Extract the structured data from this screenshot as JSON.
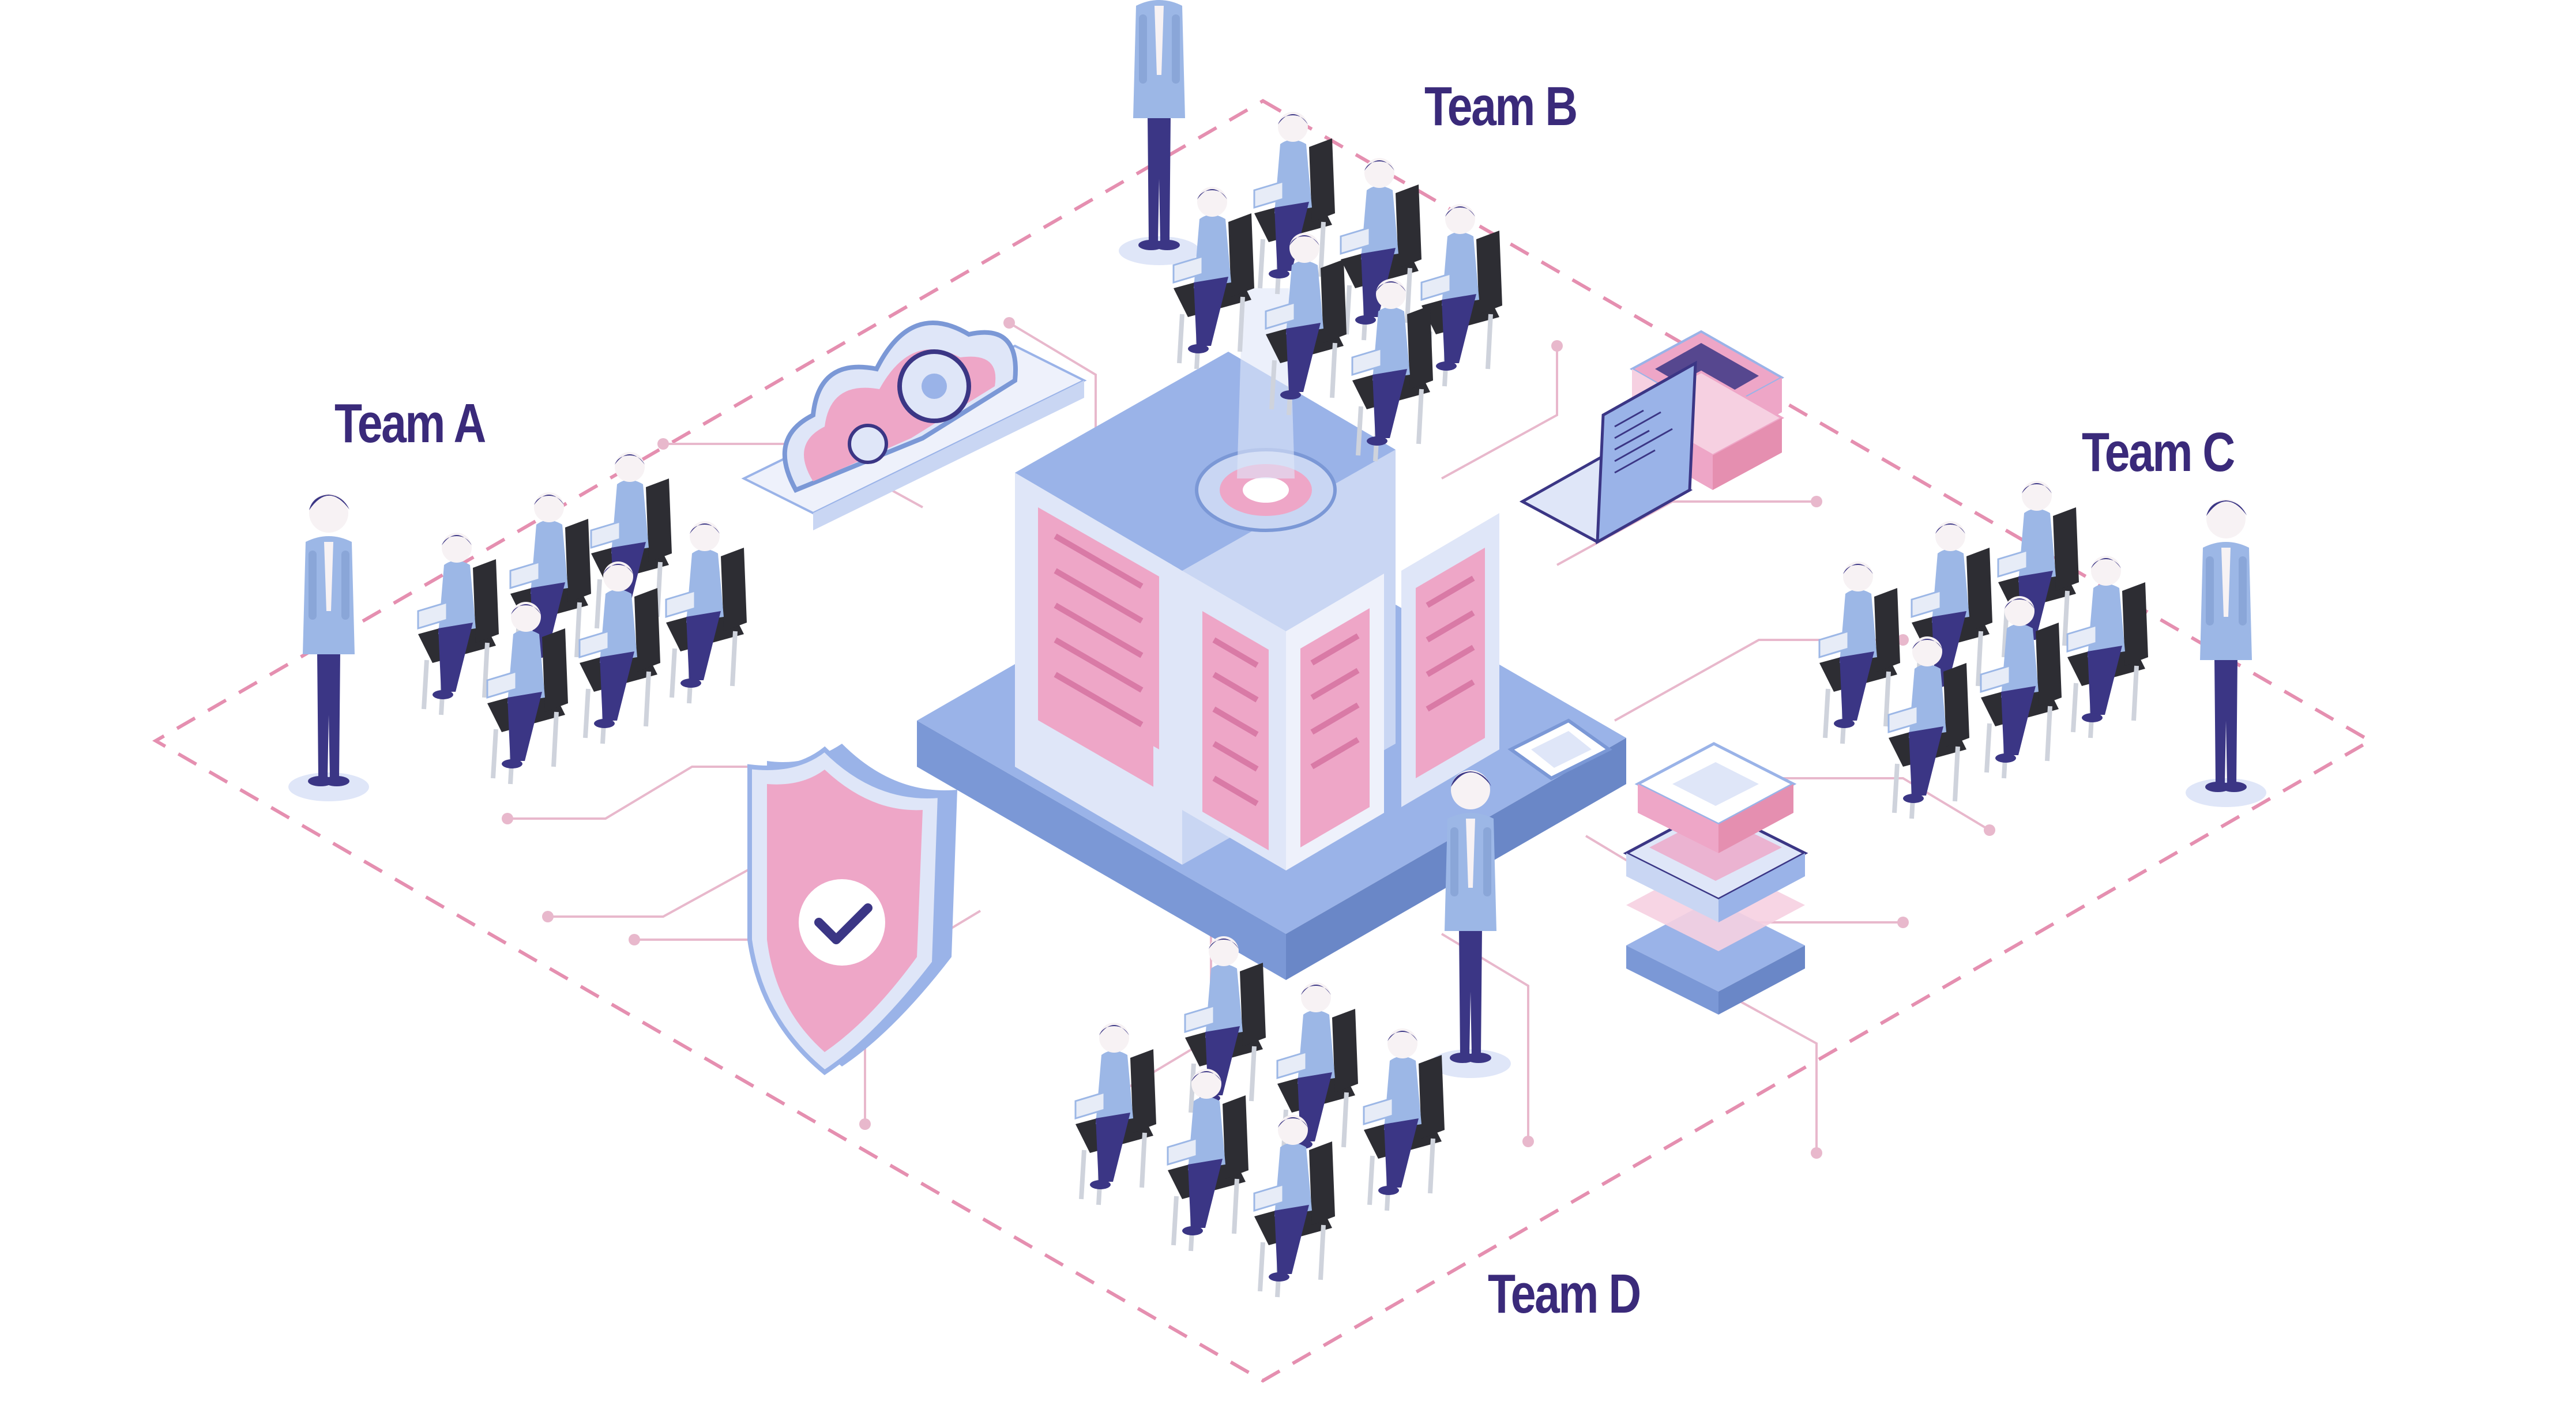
{
  "teams": {
    "a": {
      "label": "Team A"
    },
    "b": {
      "label": "Team B"
    },
    "c": {
      "label": "Team C"
    },
    "d": {
      "label": "Team D"
    }
  },
  "colors": {
    "label": "#3a2a7a",
    "dash": "#e58fb0",
    "circuit": "#e8b8cc",
    "server_blue": "#9ab3e8",
    "server_light": "#dfe6f8",
    "server_pink": "#eea6c7",
    "server_pink_dark": "#d97aa6",
    "person_navy": "#3b3685",
    "person_shirt": "#9cb7e6",
    "chair": "#2d2d33",
    "skin": "#f7f2f4"
  },
  "icons": [
    "cloud-gear-icon",
    "shield-check-icon",
    "laptop-icon",
    "microchip-icon",
    "stack-layers-icon",
    "server-cluster-icon"
  ]
}
